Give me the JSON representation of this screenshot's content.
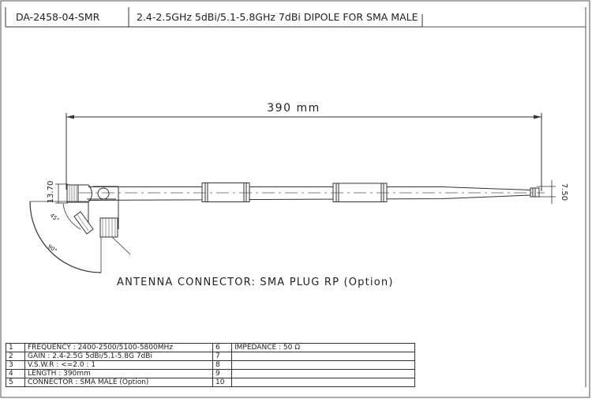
{
  "title_block": {
    "part_number": "DA-2458-04-SMR",
    "description": "2.4-2.5GHz 5dBi/5.1-5.8GHz 7dBi DIPOLE FOR SMA MALE"
  },
  "drawing": {
    "length_dim": "390 mm",
    "base_dim": "13.70",
    "tip_dim": "7.50",
    "arc_label_small": "45°",
    "arc_label_large": "90°",
    "connector_note": "ANTENNA CONNECTOR: SMA PLUG RP (Option)"
  },
  "spec_table": {
    "rows": [
      {
        "n1": "1",
        "left": "FREQUENCY  :  2400-2500/5100-5800MHz",
        "n2": "6",
        "right": "IMPEDANCE  :  50 Ω"
      },
      {
        "n1": "2",
        "left": "GAIN  :  2.4-2.5G 5dBi/5.1-5.8G 7dBi",
        "n2": "7",
        "right": ""
      },
      {
        "n1": "3",
        "left": "V.S.W.R  :  <=2.0 : 1",
        "n2": "8",
        "right": ""
      },
      {
        "n1": "4",
        "left": "LENGTH  :  390mm",
        "n2": "9",
        "right": ""
      },
      {
        "n1": "5",
        "left": "CONNECTOR  :  SMA MALE     (Option)",
        "n2": "10",
        "right": ""
      }
    ]
  }
}
